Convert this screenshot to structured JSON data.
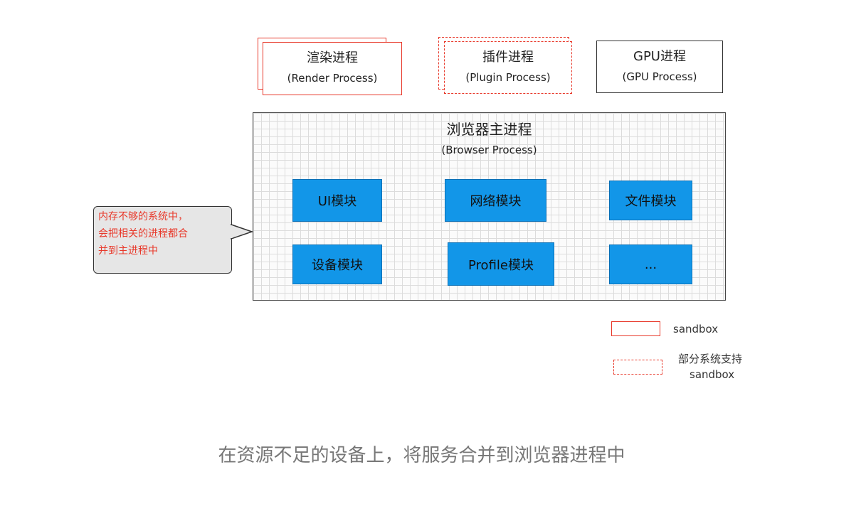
{
  "processes": {
    "render": {
      "title": "渲染进程",
      "subtitle": "(Render Process)"
    },
    "plugin": {
      "title": "插件进程",
      "subtitle": "(Plugin Process)"
    },
    "gpu": {
      "title": "GPU进程",
      "subtitle": "(GPU Process)"
    }
  },
  "browser": {
    "title": "浏览器主进程",
    "subtitle": "(Browser Process)",
    "modules": [
      {
        "label": "UI模块"
      },
      {
        "label": "网络模块"
      },
      {
        "label": "文件模块"
      },
      {
        "label": "设备模块"
      },
      {
        "label": "Profile模块"
      },
      {
        "label": "..."
      }
    ]
  },
  "callout": {
    "lines": [
      "内存不够的系统中，",
      "会把相关的进程都合",
      "并到主进程中"
    ]
  },
  "legend": {
    "solid_label": "sandbox",
    "dashed_line1": "部分系统支持",
    "dashed_line2": "sandbox"
  },
  "caption": "在资源不足的设备上，将服务合并到浏览器进程中",
  "colors": {
    "sandbox_border": "#e8392b",
    "module_fill": "#1296e8",
    "callout_fill": "#e6e6e6",
    "callout_text": "#e8392b",
    "caption_text": "#777777"
  }
}
